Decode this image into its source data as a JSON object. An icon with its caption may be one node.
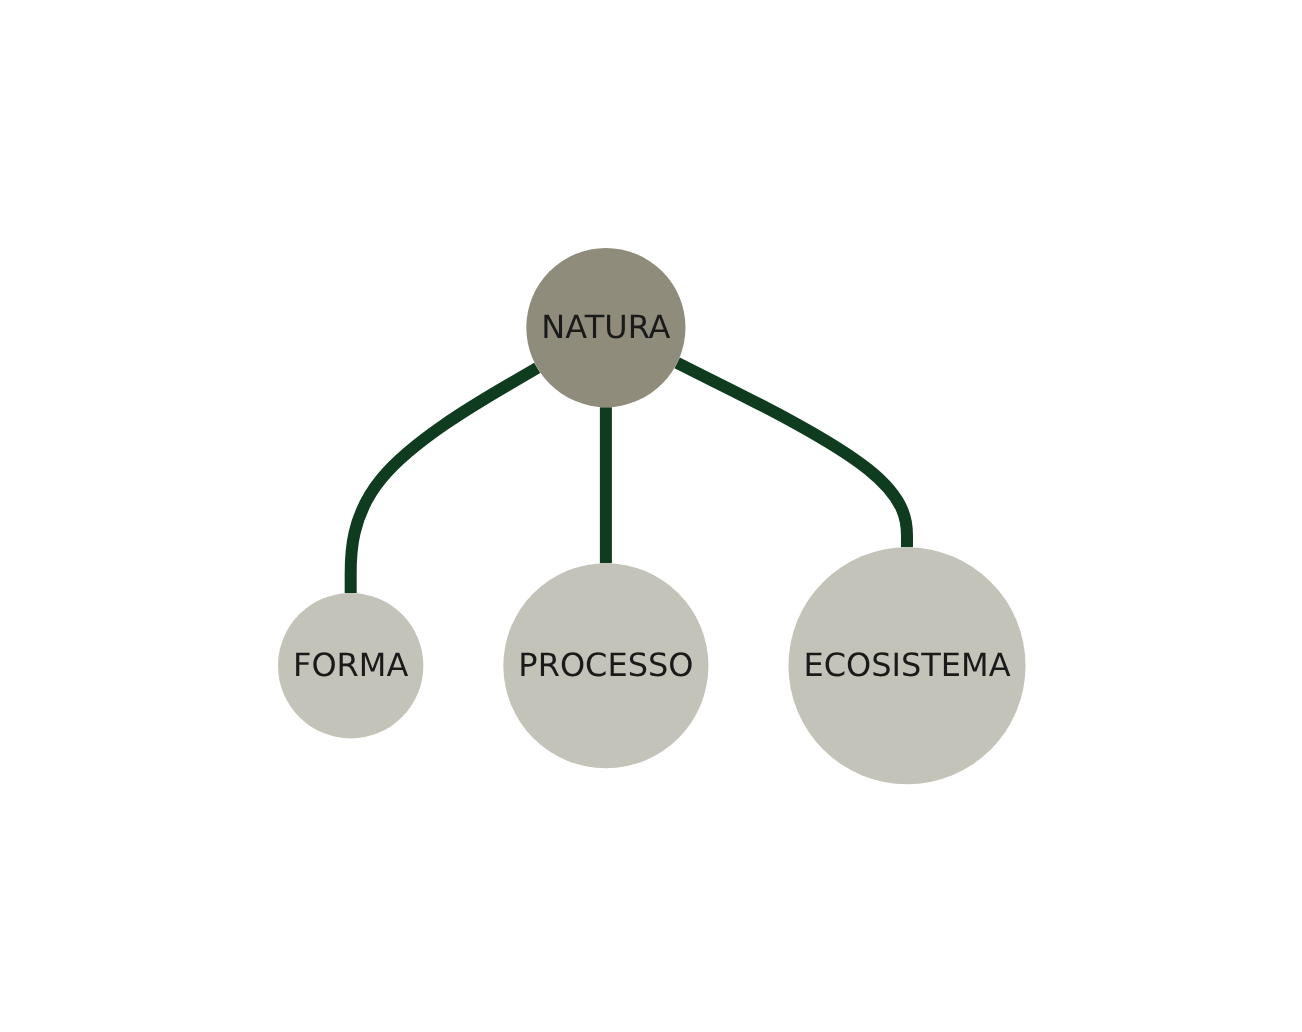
{
  "diagram": {
    "nodes": [
      {
        "text": [
          "NATURA"
        ]
      },
      {
        "text": [
          "FORMA"
        ]
      },
      {
        "text": [
          "PROCESSO"
        ]
      },
      {
        "text": [
          "ECOSISTEMA"
        ]
      }
    ],
    "edges": [
      {
        "from": 0,
        "to": 1,
        "arrow": "none"
      },
      {
        "from": 0,
        "to": 2,
        "arrow": "none"
      },
      {
        "from": 0,
        "to": 3,
        "arrow": "none"
      }
    ]
  }
}
